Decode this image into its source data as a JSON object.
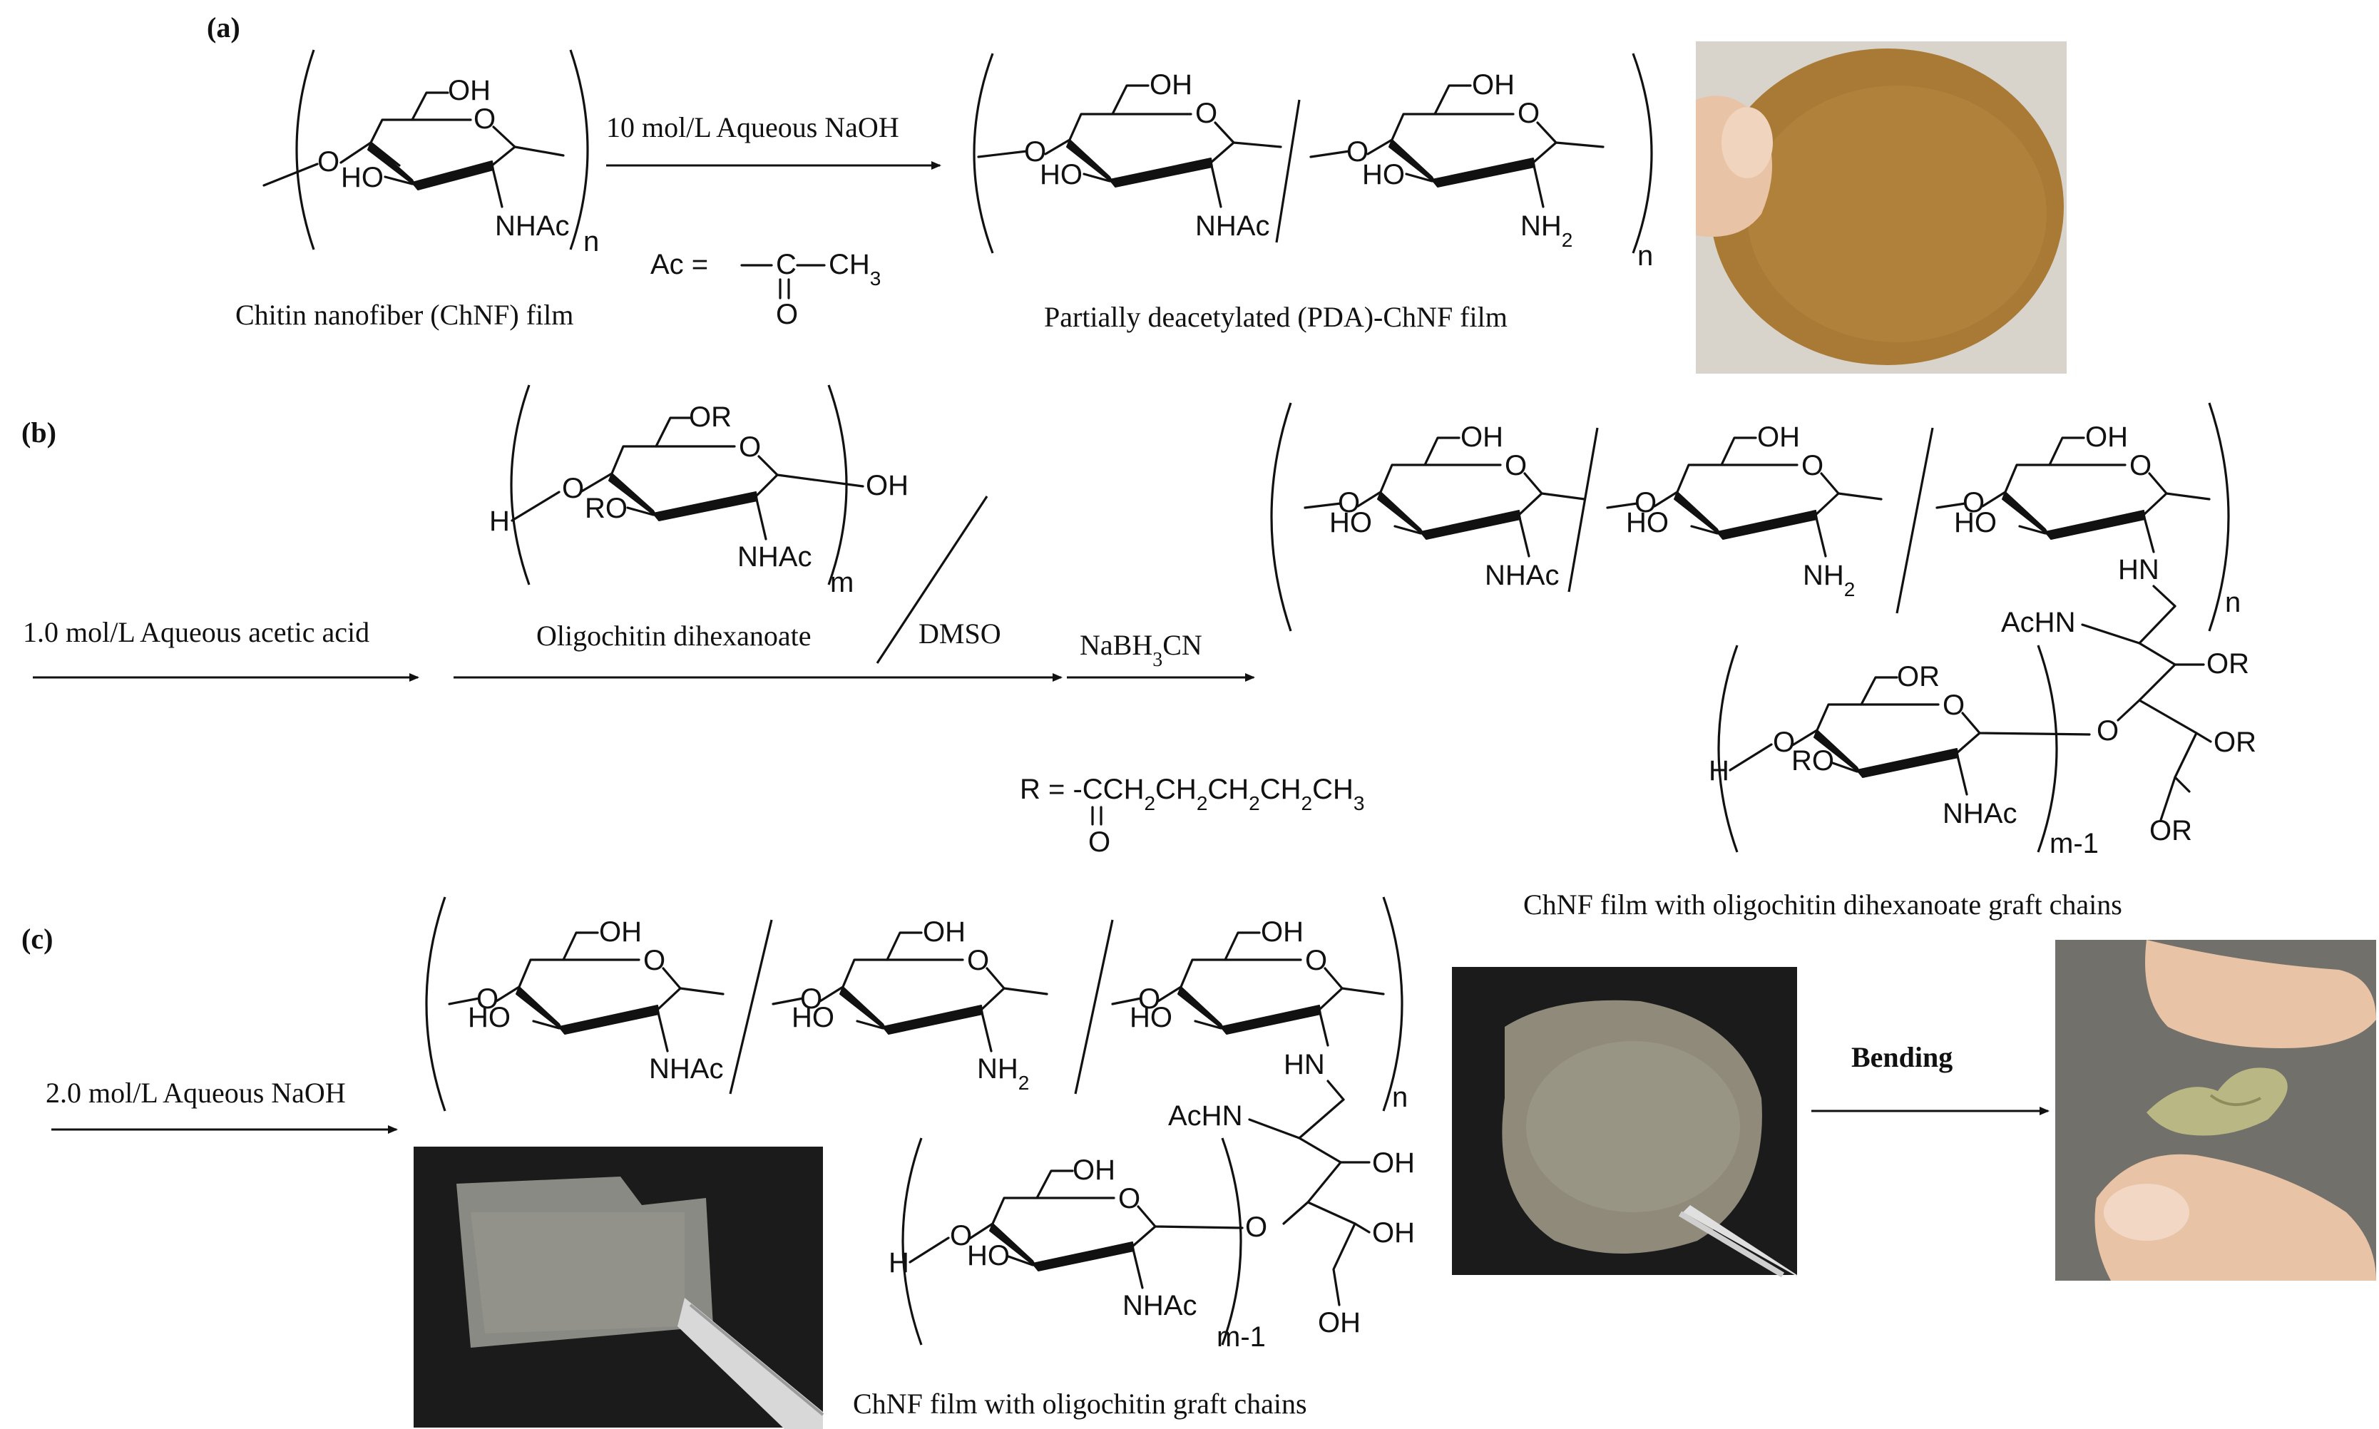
{
  "panels": {
    "a": "(a)",
    "b": "(b)",
    "c": "(c)"
  },
  "reagents": {
    "naoh_10": "10 mol/L Aqueous NaOH",
    "acetic": "1.0 mol/L Aqueous acetic acid",
    "oligo_label": "Oligochitin dihexanoate",
    "dmso": "DMSO",
    "nabh3cn": "NaBH",
    "nabh3cn_sub": "3",
    "nabh3cn_tail": "CN",
    "naoh_2": "2.0 mol/L Aqueous NaOH",
    "bending": "Bending"
  },
  "captions": {
    "chnf_film": "Chitin nanofiber (ChNF) film",
    "pda_film": "Partially deacetylated (PDA)-ChNF film",
    "dihexanoate_graft": "ChNF film with oligochitin dihexanoate graft chains",
    "oligo_graft": "ChNF film with oligochitin graft chains"
  },
  "definitions": {
    "ac_eq": "Ac =",
    "ac_c": "C",
    "ac_ch3": "CH",
    "ac_ch3_sub": "3",
    "ac_o": "O",
    "r_eq": "R = -CCH",
    "r_sub1": "2",
    "r_ch2a": "CH",
    "r_sub2": "2",
    "r_ch2b": "CH",
    "r_sub3": "2",
    "r_ch2c": "CH",
    "r_sub4": "2",
    "r_ch3": "CH",
    "r_sub5": "3",
    "r_o": "O"
  },
  "atoms": {
    "OH": "OH",
    "HO": "HO",
    "RO": "RO",
    "OR": "OR",
    "O": "O",
    "H": "H",
    "NHAc": "NHAc",
    "NH": "NH",
    "NH_sub": "2",
    "HN": "HN",
    "AcHN": "AcHN"
  },
  "subscripts": {
    "n": "n",
    "m": "m",
    "m1": "m-1"
  },
  "photos": {
    "brown_film": "#a87a35",
    "clear_film": "#8a8a84",
    "gray_film": "#8f8a7a",
    "dark_bg": "#1b1b1b",
    "green_film": "#b9b884",
    "light_bg": "#d6d3c8"
  }
}
